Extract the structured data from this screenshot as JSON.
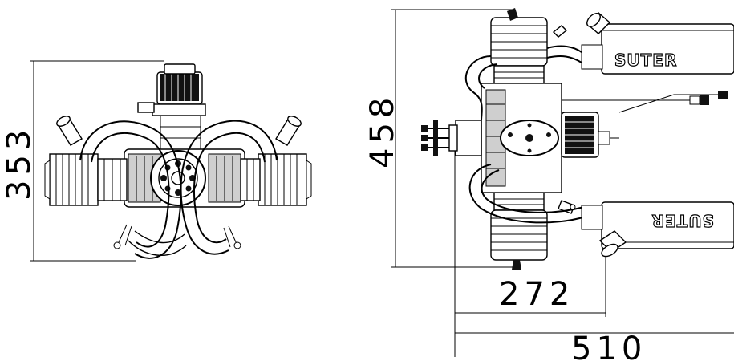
{
  "dimensions": {
    "front_height": "353",
    "top_height": "458",
    "top_width_inner": "272",
    "top_width_outer": "510"
  },
  "logos": {
    "upper_muffler": "SUTER",
    "lower_muffler": "SUTER"
  }
}
